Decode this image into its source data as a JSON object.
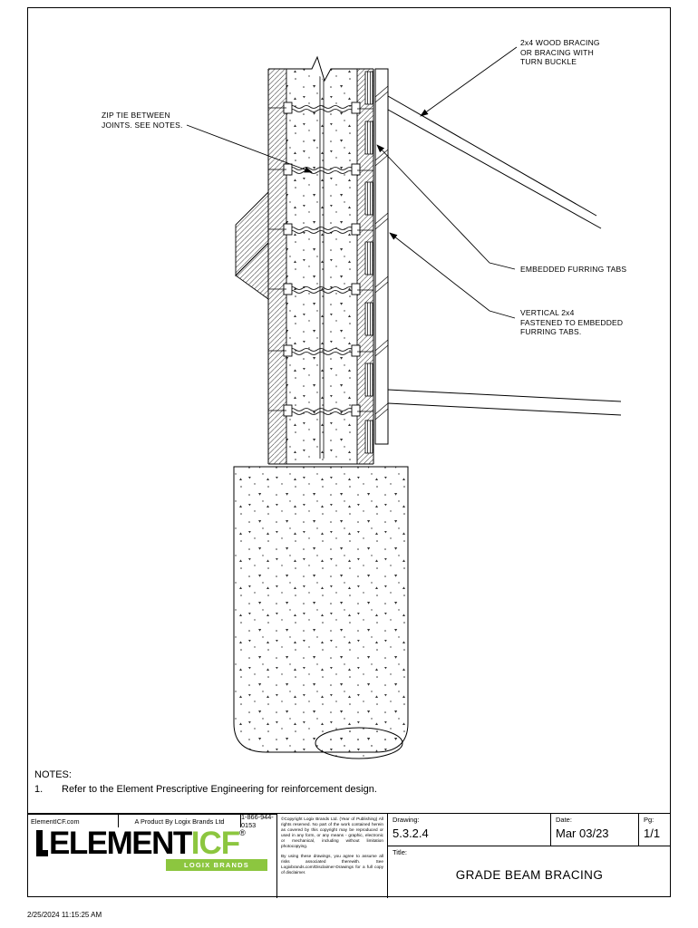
{
  "page": {
    "timestamp": "2/25/2024 11:15:25 AM"
  },
  "drawing": {
    "callouts": {
      "bracing": "2x4 WOOD BRACING\nOR BRACING WITH\nTURN BUCKLE",
      "zip_tie": "ZIP TIE BETWEEN\nJOINTS. SEE NOTES.",
      "furring_tabs": "EMBEDDED FURRING TABS",
      "vertical_2x4": "VERTICAL 2x4\nFASTENED TO EMBEDDED\nFURRING TABS."
    }
  },
  "notes": {
    "heading": "NOTES:",
    "item_number": "1.",
    "item_text": "Refer to the Element Prescriptive Engineering for reinforcement design."
  },
  "title_block": {
    "logo": {
      "brand_black": "ELEMENT",
      "brand_green": "ICF",
      "registered": "®",
      "sub_brand": "LOGIX BRANDS"
    },
    "copyright_p1": "©Copyright Logix Brands Ltd. (Year of Publishing) All rights reserved. No part of the work contained herein as covered by this copyright may be reproduced or used in any form, or any means - graphic, electronic or mechanical, including without limitation photocopying.",
    "copyright_p2": "By using these drawings, you agree to assume all risks associated therewith. See Logixbrands.com/Disclaimer-Drawings for a full copy of disclaimer.",
    "drawing_label": "Drawing:",
    "drawing_number": "5.3.2.4",
    "date_label": "Date:",
    "date_value": "Mar 03/23",
    "page_label": "Pg:",
    "page_value": "1/1",
    "title_label": "Title:",
    "title_value": "GRADE BEAM BRACING",
    "footer": {
      "website": "ElementICF.com",
      "product_by": "A Product By Logix Brands Ltd",
      "phone": "1-866-944-0153"
    }
  },
  "colors": {
    "brand_green": "#8CC63F",
    "line": "#000000"
  }
}
